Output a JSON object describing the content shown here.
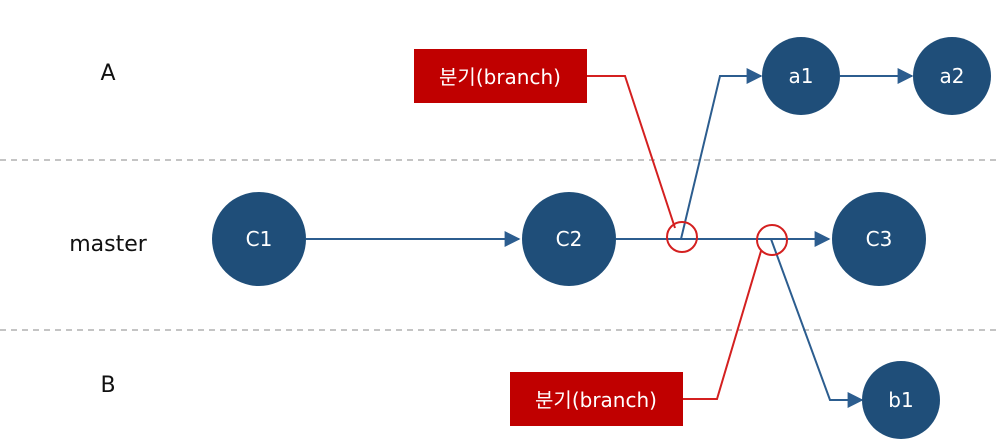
{
  "colors": {
    "node_fill": "#1f4e79",
    "edge": "#2c5d8f",
    "callout_fill": "#c00000",
    "callout_line": "#d42020",
    "divider": "#b0b0b0"
  },
  "lanes": {
    "a": "A",
    "master": "master",
    "b": "B"
  },
  "commits": {
    "c1": "C1",
    "c2": "C2",
    "c3": "C3",
    "a1": "a1",
    "a2": "a2",
    "b1": "b1"
  },
  "callouts": {
    "branch_top": "분기(branch)",
    "branch_bottom": "분기(branch)"
  }
}
